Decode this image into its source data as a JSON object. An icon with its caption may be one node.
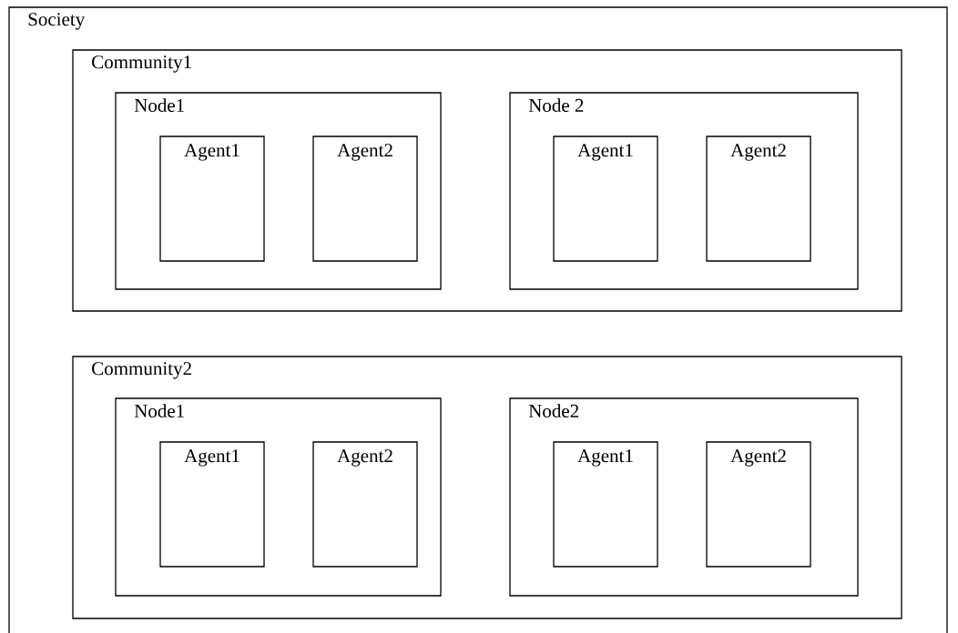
{
  "diagram": {
    "nodes": [
      {
        "text": [
          "Society"
        ]
      },
      {
        "text": [
          "Community1"
        ],
        "in": 0
      },
      {
        "text": [
          "Node1"
        ],
        "in": 1
      },
      {
        "text": [
          "Agent1"
        ],
        "in": 2
      },
      {
        "text": [
          "Agent2"
        ],
        "in": 2
      },
      {
        "text": [
          "Node 2"
        ],
        "in": 1
      },
      {
        "text": [
          "Agent1"
        ],
        "in": 5
      },
      {
        "text": [
          "Agent2"
        ],
        "in": 5
      },
      {
        "text": [
          "Community2"
        ],
        "in": 0
      },
      {
        "text": [
          "Node1"
        ],
        "in": 8
      },
      {
        "text": [
          "Agent1"
        ],
        "in": 9
      },
      {
        "text": [
          "Agent2"
        ],
        "in": 9
      },
      {
        "text": [
          "Node2"
        ],
        "in": 8
      },
      {
        "text": [
          "Agent1"
        ],
        "in": 12
      },
      {
        "text": [
          "Agent2"
        ],
        "in": 12
      }
    ]
  }
}
